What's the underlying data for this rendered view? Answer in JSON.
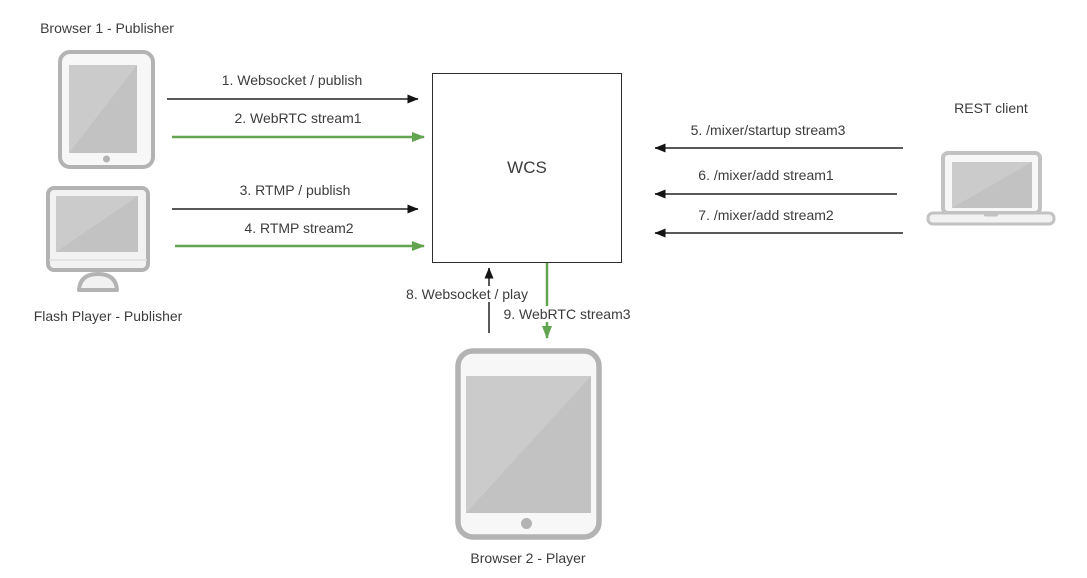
{
  "diagram": {
    "type": "flow-diagram",
    "nodes": {
      "browser1": {
        "label": "Browser 1 - Publisher",
        "device": "tablet"
      },
      "flash_player": {
        "label": "Flash Player - Publisher",
        "device": "monitor"
      },
      "wcs": {
        "label": "WCS",
        "device": "box"
      },
      "rest_client": {
        "label": "REST client",
        "device": "laptop"
      },
      "browser2": {
        "label": "Browser 2 - Player",
        "device": "tablet"
      }
    },
    "arrows": [
      {
        "label": "1. Websocket / publish",
        "from": "browser1",
        "to": "wcs",
        "direction": "right",
        "color": "#595959",
        "head_color": "#141414"
      },
      {
        "label": "2. WebRTC stream1",
        "from": "browser1",
        "to": "wcs",
        "direction": "right",
        "color": "#62a44f",
        "head_color": "#62a44f"
      },
      {
        "label": "3. RTMP / publish",
        "from": "flash_player",
        "to": "wcs",
        "direction": "right",
        "color": "#595959",
        "head_color": "#141414"
      },
      {
        "label": "4. RTMP stream2",
        "from": "flash_player",
        "to": "wcs",
        "direction": "right",
        "color": "#62a44f",
        "head_color": "#62a44f"
      },
      {
        "label": "5. /mixer/startup stream3",
        "from": "rest_client",
        "to": "wcs",
        "direction": "left",
        "color": "#595959",
        "head_color": "#141414"
      },
      {
        "label": "6. /mixer/add stream1",
        "from": "rest_client",
        "to": "wcs",
        "direction": "left",
        "color": "#595959",
        "head_color": "#141414"
      },
      {
        "label": "7. /mixer/add stream2",
        "from": "rest_client",
        "to": "wcs",
        "direction": "left",
        "color": "#595959",
        "head_color": "#141414"
      },
      {
        "label": "8. Websocket / play",
        "from": "browser2",
        "to": "wcs",
        "direction": "up",
        "color": "#595959",
        "head_color": "#141414"
      },
      {
        "label": "9. WebRTC stream3",
        "from": "wcs",
        "to": "browser2",
        "direction": "down",
        "color": "#62a44f",
        "head_color": "#62a44f"
      }
    ],
    "colors": {
      "background": "#ffffff",
      "text": "#3c3c3c",
      "dark_arrow_line": "#595959",
      "dark_arrow_head": "#141414",
      "green_arrow": "#62a44f",
      "box_border": "#2d2d2d",
      "device_border": "#b3b3b3",
      "device_fill": "#f7f7f7",
      "screen_fill": "#c5c5c5"
    }
  }
}
